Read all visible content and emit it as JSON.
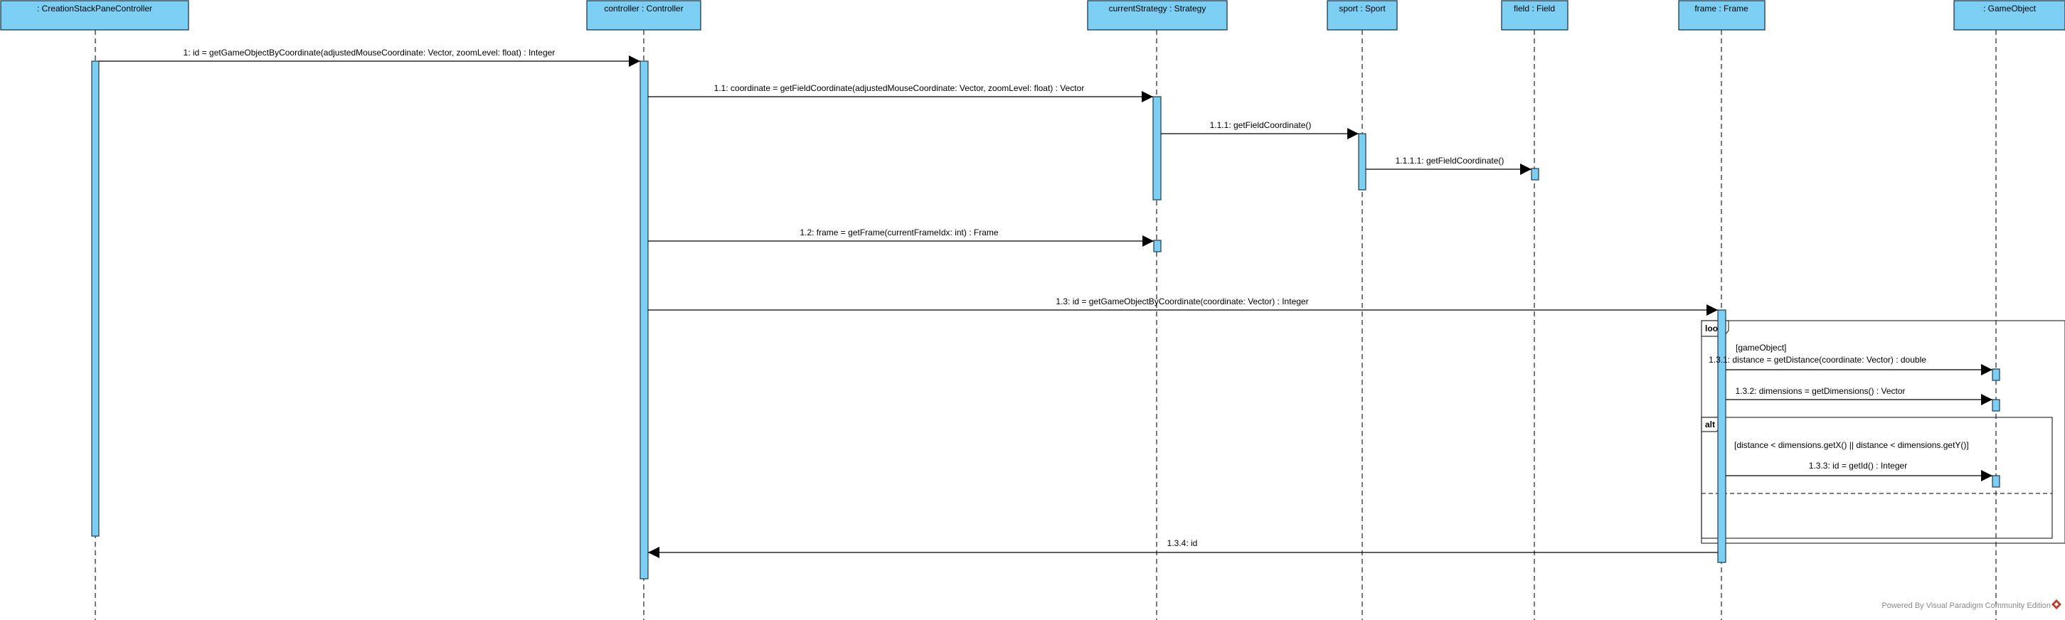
{
  "lifelines": [
    {
      "id": "csp",
      "title": " : CreationStackPaneController"
    },
    {
      "id": "ctrl",
      "title": "controller : Controller"
    },
    {
      "id": "strat",
      "title": "currentStrategy : Strategy"
    },
    {
      "id": "sport",
      "title": "sport : Sport"
    },
    {
      "id": "field",
      "title": "field : Field"
    },
    {
      "id": "frame",
      "title": "frame : Frame"
    },
    {
      "id": "go",
      "title": " : GameObject"
    }
  ],
  "messages": [
    {
      "label": "1: id = getGameObjectByCoordinate(adjustedMouseCoordinate: Vector, zoomLevel: float) : Integer"
    },
    {
      "label": "1.1: coordinate = getFieldCoordinate(adjustedMouseCoordinate: Vector, zoomLevel: float) : Vector"
    },
    {
      "label": "1.1.1: getFieldCoordinate()"
    },
    {
      "label": "1.1.1.1: getFieldCoordinate()"
    },
    {
      "label": "1.2: frame = getFrame(currentFrameIdx: int) : Frame"
    },
    {
      "label": "1.3: id = getGameObjectByCoordinate(coordinate: Vector) : Integer"
    },
    {
      "label": "1.3.1: distance = getDistance(coordinate: Vector) : double"
    },
    {
      "label": "1.3.2: dimensions = getDimensions() : Vector"
    },
    {
      "label": "1.3.3: id = getId() : Integer"
    },
    {
      "label": "1.3.4: id"
    }
  ],
  "fragments": {
    "loop": {
      "tag": "loop",
      "guard": "[gameObject]"
    },
    "alt": {
      "tag": "alt",
      "guard": "[distance < dimensions.getX() || distance < dimensions.getY()]"
    }
  },
  "watermark": {
    "text": "Powered By  Visual Paradigm Community Edition",
    "icon": "visual-paradigm-logo-icon",
    "color": "#c0392b"
  },
  "colors": {
    "lifeline_fill": "#7ccff3",
    "border": "#1f3a4d"
  }
}
